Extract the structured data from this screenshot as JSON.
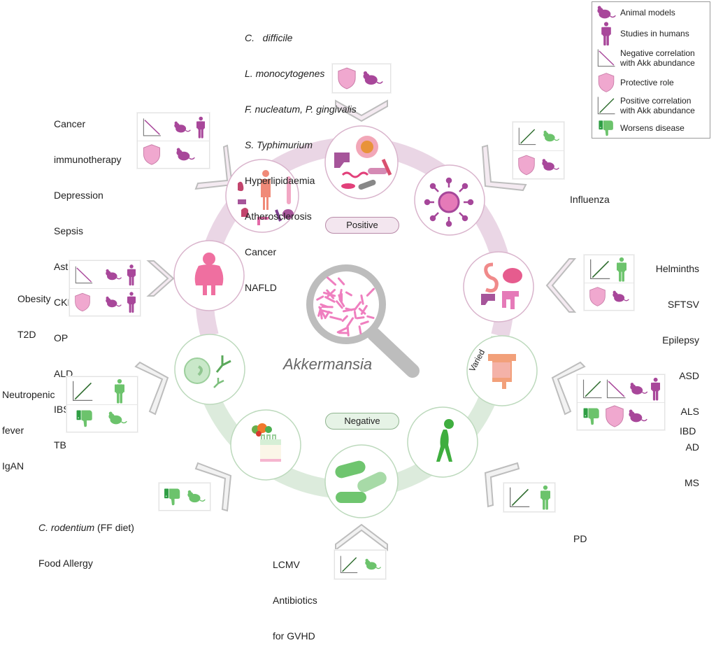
{
  "center": {
    "title": "Akkermansia",
    "positive_label": "Positive",
    "negative_label": "Negative",
    "varied_label": "Varied"
  },
  "legend": {
    "items": [
      {
        "icon": "mouse-icon",
        "label": "Animal models"
      },
      {
        "icon": "human-icon",
        "label": "Studies in humans"
      },
      {
        "icon": "negative-correlation-icon",
        "label": "Negative correlation\nwith Akk abundance"
      },
      {
        "icon": "shield-icon",
        "label": "Protective role"
      },
      {
        "icon": "positive-correlation-icon",
        "label": "Positive correlation\nwith Akk abundance"
      },
      {
        "icon": "thumbs-down-icon",
        "label": "Worsens disease"
      }
    ]
  },
  "groups": {
    "top": {
      "lines_italic": [
        "C.   difficile",
        "L. monocytogenes",
        "F. nucleatum, P. gingivalis",
        "S. Typhimurium"
      ],
      "lines": [
        "Hyperlipidaemia",
        "Atherosclerosis",
        "Cancer",
        "NAFLD"
      ]
    },
    "top_left": {
      "lines": [
        "Cancer",
        "immunotherapy",
        "Depression",
        "Sepsis",
        "Asthma",
        "CKD",
        "OP",
        "ALD",
        "IBS",
        "TB"
      ]
    },
    "top_right": {
      "lines": [
        "Influenza"
      ]
    },
    "left": {
      "lines": [
        "Obesity",
        "T2D"
      ]
    },
    "right": {
      "lines": [
        "Helminths",
        "SFTSV",
        "Epilepsy",
        "ASD",
        "ALS",
        "AD",
        "MS"
      ]
    },
    "lower_left": {
      "lines": [
        "Neutropenic",
        "fever",
        "IgAN"
      ]
    },
    "lower_right": {
      "lines": [
        "IBD"
      ]
    },
    "bottom_left": {
      "italic": "C. rodentium",
      "rest": " (FF diet)",
      "line2": "Food Allergy"
    },
    "bottom_right": {
      "lines": [
        "PD"
      ]
    },
    "bottom": {
      "lines": [
        "LCMV",
        "Antibiotics",
        "for GVHD"
      ]
    }
  },
  "colors": {
    "pink_ring": "#e9d3e3",
    "green_ring": "#dbe9db",
    "magenta": "#a8479a",
    "shield_fill": "#f0a8cf",
    "shield_stroke": "#c77aa6",
    "green": "#5cb85c",
    "dark_green": "#2f9e44"
  }
}
